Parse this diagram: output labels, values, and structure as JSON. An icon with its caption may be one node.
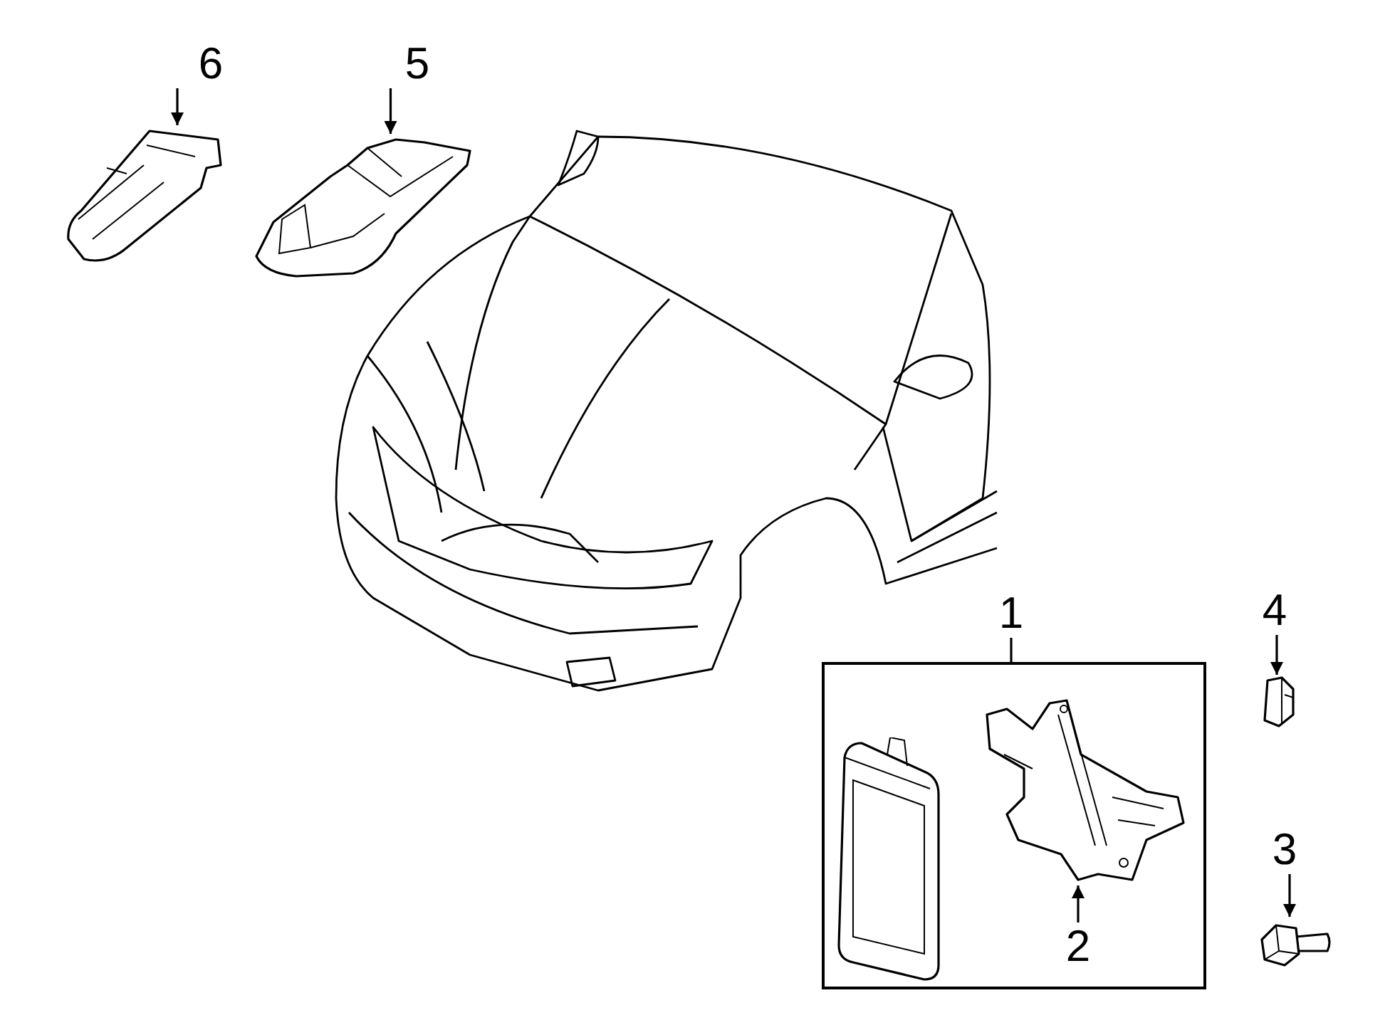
{
  "diagram": {
    "nodes": [
      {
        "text": [
          "6"
        ]
      },
      {
        "text": [],
        "shape": "picture"
      },
      {
        "text": [
          "5"
        ]
      },
      {
        "text": [],
        "shape": "picture"
      },
      {
        "text": [
          "1"
        ]
      },
      {
        "text": [],
        "shape": "box"
      },
      {
        "text": [],
        "shape": "picture",
        "in": 5
      },
      {
        "text": [],
        "shape": "picture",
        "in": 5
      },
      {
        "text": [
          "2"
        ],
        "in": 5
      },
      {
        "text": [
          "4"
        ]
      },
      {
        "text": [],
        "shape": "picture"
      },
      {
        "text": [
          "3"
        ]
      },
      {
        "text": [],
        "shape": "picture"
      }
    ],
    "edges": [
      {
        "from": 0,
        "to": 1,
        "arrow": "to"
      },
      {
        "from": 2,
        "to": 3,
        "arrow": "to"
      },
      {
        "from": 4,
        "to": 5,
        "arrow": "none"
      },
      {
        "from": 8,
        "to": 7,
        "arrow": "to"
      },
      {
        "from": 9,
        "to": 10,
        "arrow": "to"
      },
      {
        "from": 11,
        "to": 12,
        "arrow": "to"
      }
    ]
  }
}
